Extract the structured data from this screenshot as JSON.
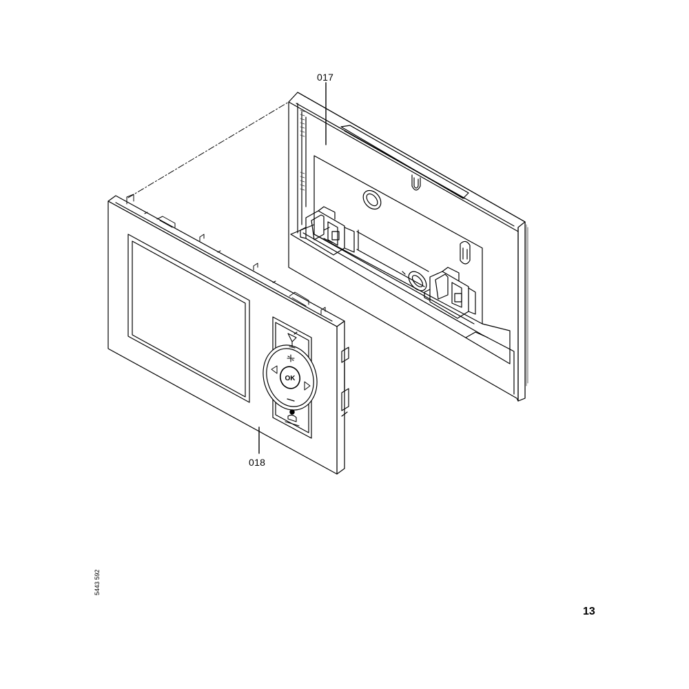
{
  "callouts": {
    "wall_base": "017",
    "control_unit": "018"
  },
  "keypad": {
    "ok_label": "OK",
    "up_icon": "cocktail-glass-icon",
    "down_icon": "person-at-desk-icon",
    "left_icon": "triangle-left-icon",
    "right_icon": "triangle-right-icon",
    "plus_icon": "plus-icon",
    "minus_icon": "minus-icon"
  },
  "drawing_reference": "5443 592",
  "page_number": "13",
  "colors": {
    "line": "#000000",
    "paper": "#ffffff",
    "hatch": "#444444"
  }
}
